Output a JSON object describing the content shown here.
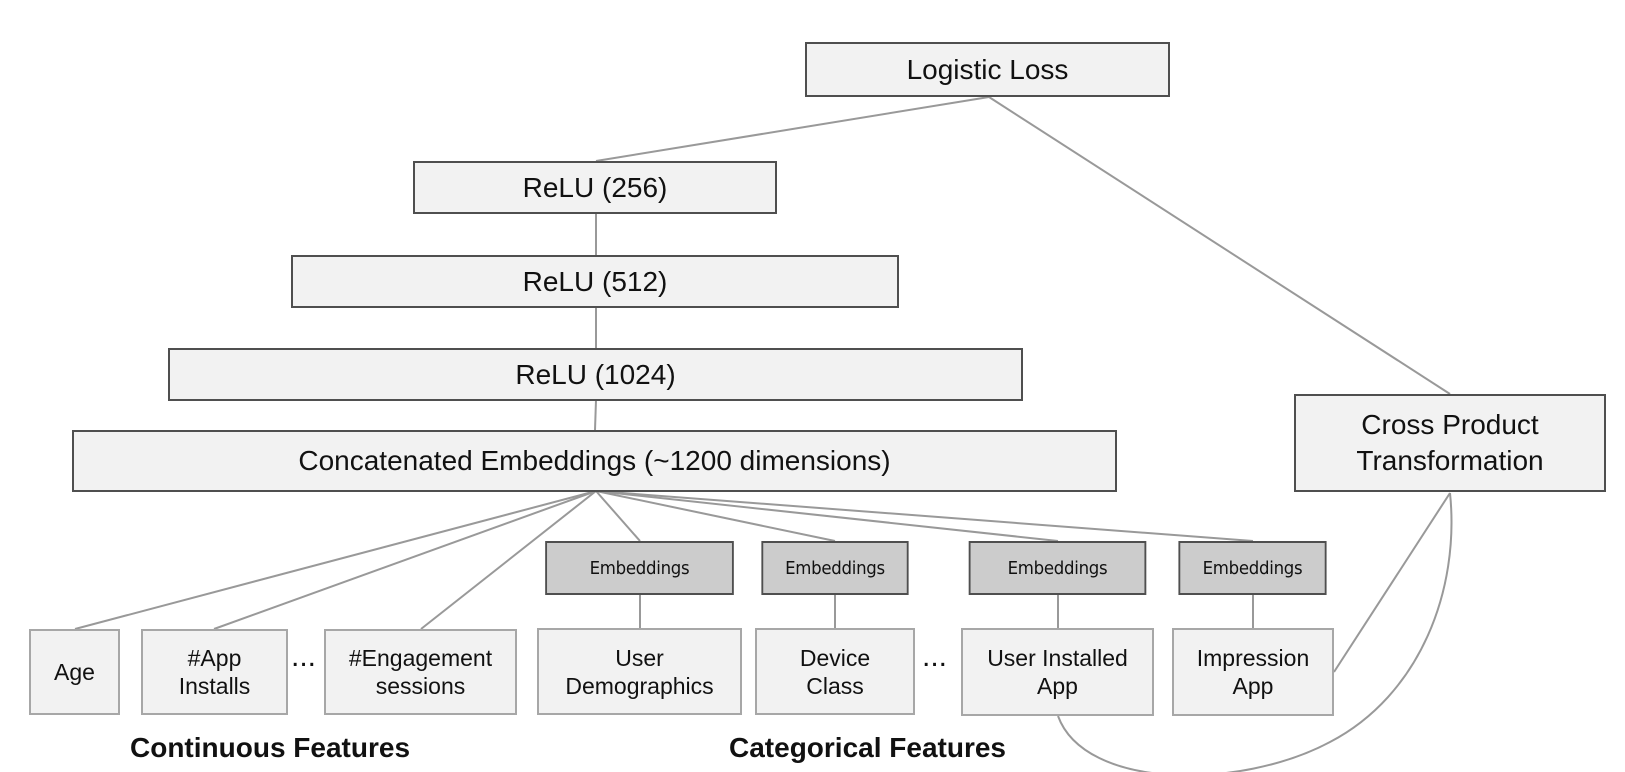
{
  "nodes": {
    "logistic_loss": "Logistic Loss",
    "relu_256": "ReLU (256)",
    "relu_512": "ReLU (512)",
    "relu_1024": "ReLU (1024)",
    "concat": "Concatenated Embeddings (~1200 dimensions)",
    "cross_product": "Cross Product\nTransformation"
  },
  "embeddings": [
    "Embeddings",
    "Embeddings",
    "Embeddings",
    "Embeddings"
  ],
  "continuous_features": [
    "Age",
    "#App\nInstalls",
    "#Engagement\nsessions"
  ],
  "categorical_features": [
    "User\nDemographics",
    "Device\nClass",
    "User Installed\nApp",
    "Impression\nApp"
  ],
  "ellipsis": [
    "...",
    "..."
  ],
  "groups": {
    "continuous": "Continuous Features",
    "categorical": "Categorical Features"
  },
  "colors": {
    "box_fill": "#f2f2f2",
    "embedding_fill": "#cccccc",
    "border": "#4f4f4f",
    "feature_border": "#a7a7a7",
    "connector": "#999999"
  }
}
